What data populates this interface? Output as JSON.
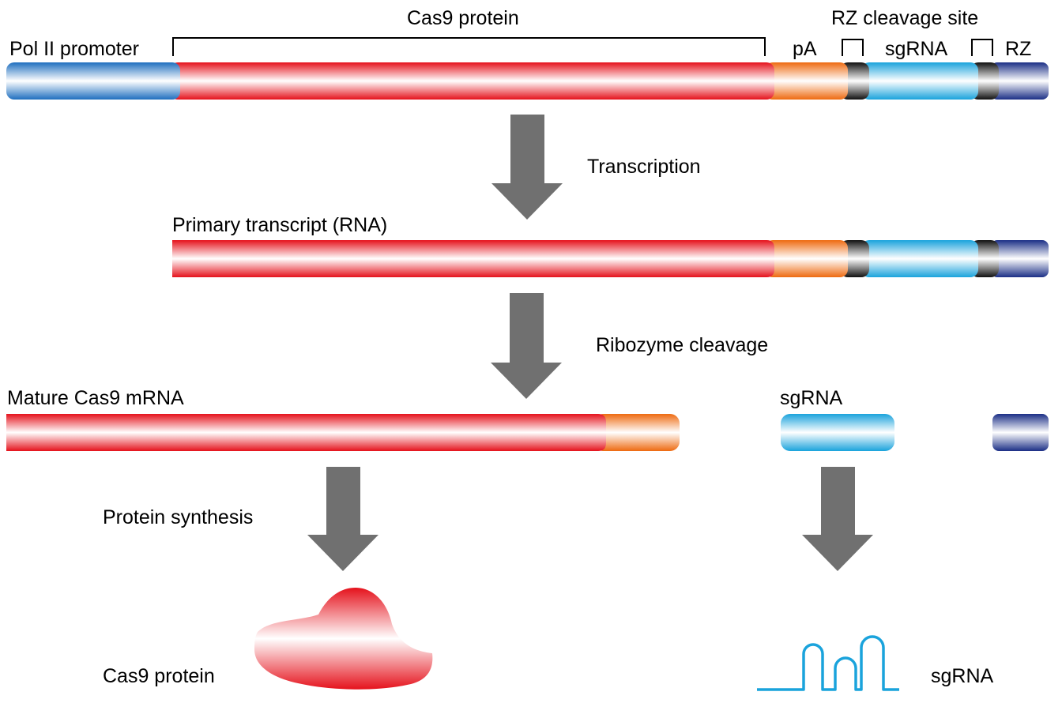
{
  "labels": {
    "pol2_promoter": "Pol II promoter",
    "cas9_protein_top": "Cas9 protein",
    "rz_cleavage_site": "RZ cleavage site",
    "pa": "pA",
    "sgrna_top": "sgRNA",
    "rz": "RZ",
    "transcription": "Transcription",
    "primary_transcript": "Primary transcript (RNA)",
    "ribozyme_cleavage": "Ribozyme cleavage",
    "mature_cas9_mrna": "Mature Cas9 mRNA",
    "sgrna_mid": "sgRNA",
    "protein_synthesis": "Protein synthesis",
    "cas9_protein_bottom": "Cas9 protein",
    "sgrna_bottom": "sgRNA"
  },
  "colors": {
    "promoter": "#1f6fbf",
    "cas9": "#e5121c",
    "pa": "#ee6a10",
    "rz_site": "#111111",
    "sgrna": "#1aa3dc",
    "rz": "#1b2f86",
    "arrow": "#707070",
    "hairpin": "#1aa3dc"
  }
}
